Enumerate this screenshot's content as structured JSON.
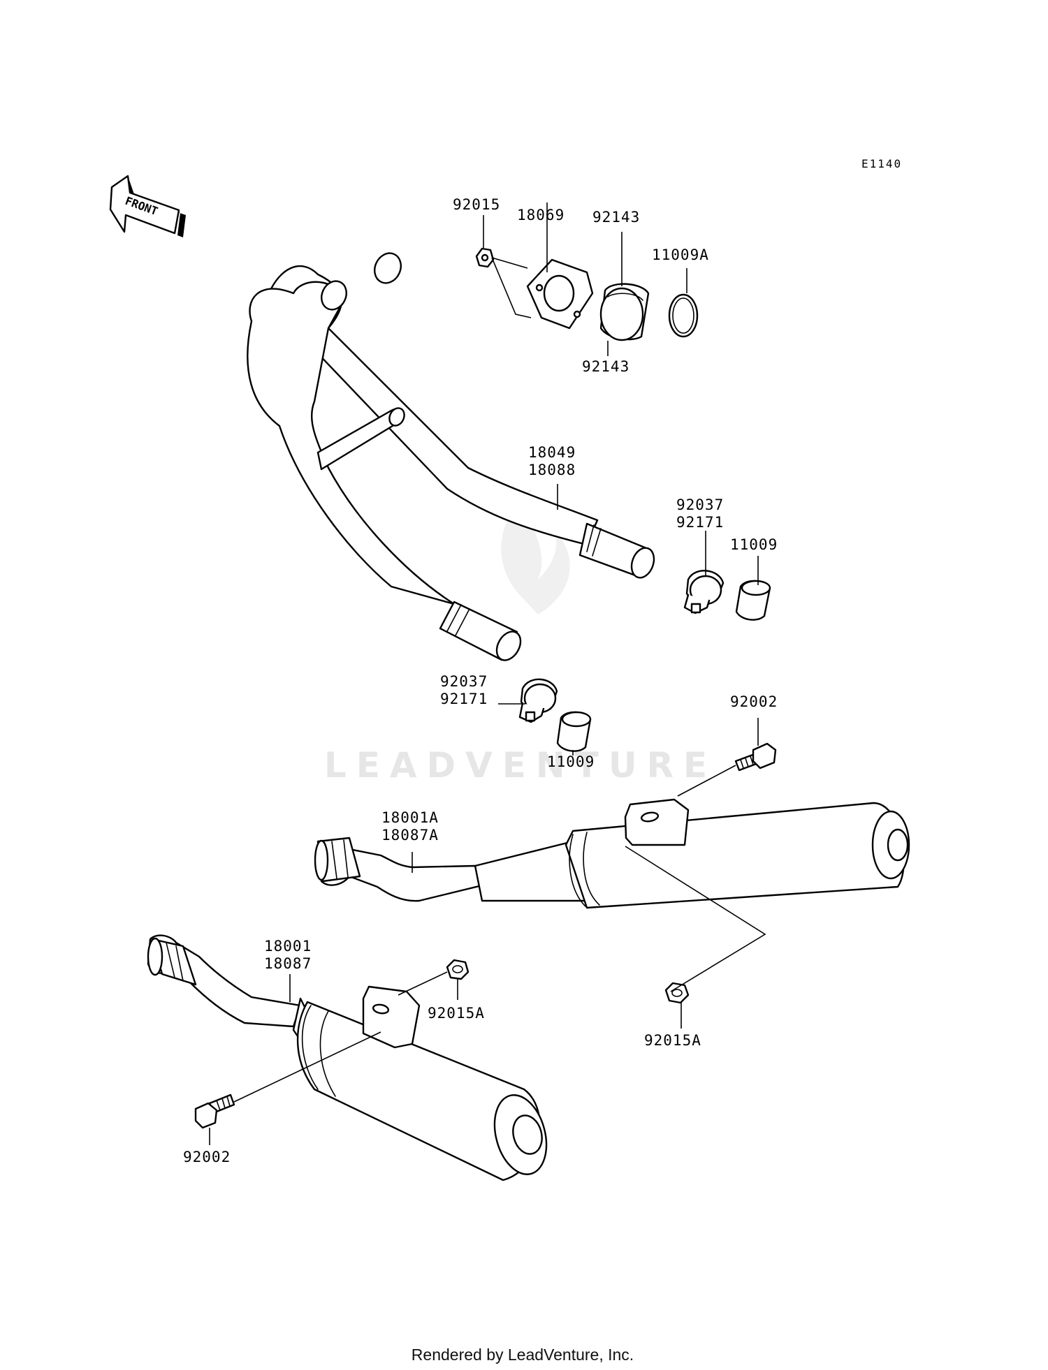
{
  "diagram_code": "E1140",
  "front_arrow": {
    "label": "FRONT",
    "icon": "front-arrow-icon"
  },
  "watermark": "LEADVENTURE",
  "footer": "Rendered by LeadVenture, Inc.",
  "callouts": [
    {
      "id": "c-92015-top",
      "lines": [
        "92015"
      ]
    },
    {
      "id": "c-18069",
      "lines": [
        "18069"
      ]
    },
    {
      "id": "c-92143-top",
      "lines": [
        "92143"
      ]
    },
    {
      "id": "c-11009a",
      "lines": [
        "11009A"
      ]
    },
    {
      "id": "c-92143-bottom",
      "lines": [
        "92143"
      ]
    },
    {
      "id": "c-18049",
      "lines": [
        "18049",
        "18088"
      ]
    },
    {
      "id": "c-92037-right",
      "lines": [
        "92037",
        "92171"
      ]
    },
    {
      "id": "c-11009-right",
      "lines": [
        "11009"
      ]
    },
    {
      "id": "c-92037-left",
      "lines": [
        "92037",
        "92171"
      ]
    },
    {
      "id": "c-11009-left",
      "lines": [
        "11009"
      ]
    },
    {
      "id": "c-92002-right",
      "lines": [
        "92002"
      ]
    },
    {
      "id": "c-18001a",
      "lines": [
        "18001A",
        "18087A"
      ]
    },
    {
      "id": "c-18001",
      "lines": [
        "18001",
        "18087"
      ]
    },
    {
      "id": "c-92015a-left",
      "lines": [
        "92015A"
      ]
    },
    {
      "id": "c-92015a-right",
      "lines": [
        "92015A"
      ]
    },
    {
      "id": "c-92002-left",
      "lines": [
        "92002"
      ]
    }
  ]
}
